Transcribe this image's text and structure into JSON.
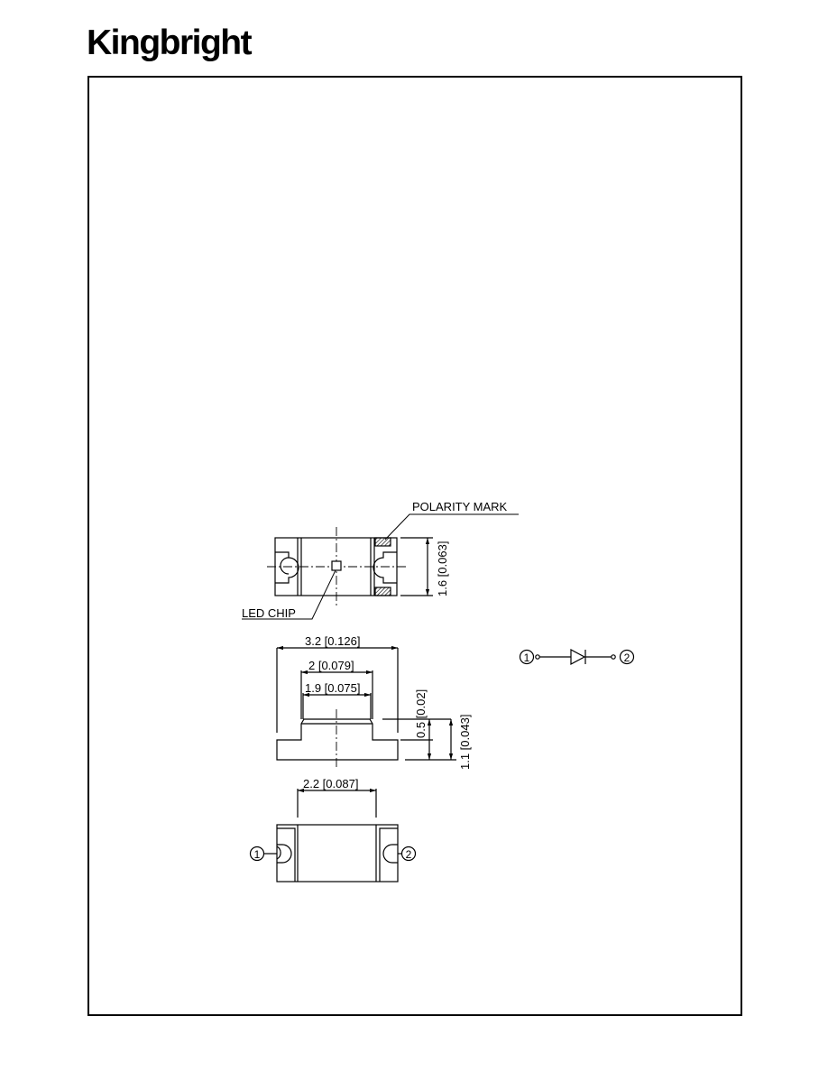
{
  "header": {
    "brand": "Kingbright"
  },
  "drawing": {
    "top_view": {
      "polarity_label": "POLARITY  MARK",
      "chip_label": "LED  CHIP",
      "height_dim": "1.6  [0.063]"
    },
    "side_view": {
      "length_dim": "3.2  [0.126]",
      "inner_dim": "2  [0.079]",
      "lens_dim": "1.9  [0.075]",
      "lens_height_dim": "0.5  [0.02]",
      "total_height_dim": "1.1  [0.043]"
    },
    "bottom_view": {
      "pad_spacing_dim": "2.2  [0.087]",
      "pin1": "1",
      "pin2": "2"
    },
    "schematic": {
      "pin1": "1",
      "pin2": "2"
    }
  }
}
